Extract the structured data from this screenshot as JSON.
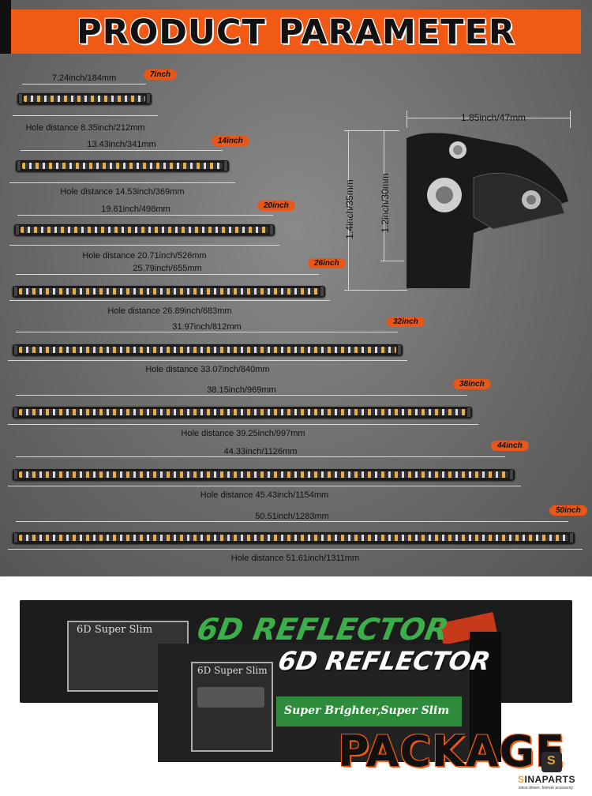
{
  "title": "PRODUCT PARAMETER",
  "bars": [
    {
      "tag": "7inch",
      "length": "7.24inch/184mm",
      "hole": "Hole distance 8.35inch/212mm"
    },
    {
      "tag": "14inch",
      "length": "13.43inch/341mm",
      "hole": "Hole distance 14.53inch/369mm"
    },
    {
      "tag": "20inch",
      "length": "19.61inch/498mm",
      "hole": "Hole distance 20.71inch/526mm"
    },
    {
      "tag": "26inch",
      "length": "25.79inch/655mm",
      "hole": "Hole distance 26.89inch/683mm"
    },
    {
      "tag": "32inch",
      "length": "31.97inch/812mm",
      "hole": "Hole distance 33.07inch/840mm"
    },
    {
      "tag": "38inch",
      "length": "38.15inch/969mm",
      "hole": "Hole distance 39.25inch/997mm"
    },
    {
      "tag": "44inch",
      "length": "44.33inch/1126mm",
      "hole": "Hole distance 45.43inch/1154mm"
    },
    {
      "tag": "50inch",
      "length": "50.51inch/1283mm",
      "hole": "Hole distance 51.61inch/1311mm"
    }
  ],
  "bracket": {
    "width": "1.85inch/47mm",
    "height_outer": "1.4inch/35mm",
    "height_inner": "1.2inch/30mm"
  },
  "package": {
    "box_brand": "6D REFLECTOR",
    "box_label": "6D Super Slim",
    "box_slogan": "Super Brighter,Super Slim",
    "heading": "PACKAGE"
  },
  "logo": {
    "name_prefix": "S",
    "name_rest": "INAPARTS",
    "tagline": "since driven. forever accessory"
  },
  "colors": {
    "accent": "#f05a14",
    "background": "#6e6e6e",
    "package_green": "#2e8c3c"
  }
}
